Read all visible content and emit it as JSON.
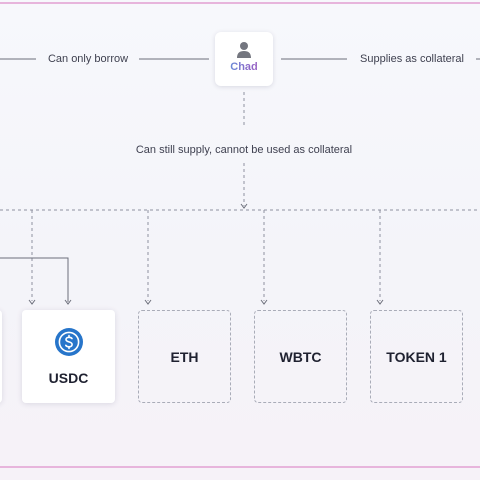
{
  "user": {
    "name": "Chad",
    "icon": "user-icon"
  },
  "edges": {
    "left_label": "Can only borrow",
    "right_label": "Supplies as collateral",
    "down_label": "Can still supply, cannot be used as collateral"
  },
  "assets": [
    {
      "label": "USDC",
      "icon": "usdc-icon",
      "style": "solid"
    },
    {
      "label": "ETH",
      "style": "dashed"
    },
    {
      "label": "WBTC",
      "style": "dashed"
    },
    {
      "label": "TOKEN 1",
      "style": "dashed"
    }
  ],
  "colors": {
    "frame": "#e7b5dc",
    "line": "#6b6e7a",
    "usdc_blue": "#2775ca",
    "name_gradient_start": "#4ea4e0",
    "name_gradient_end": "#b45fb7"
  }
}
